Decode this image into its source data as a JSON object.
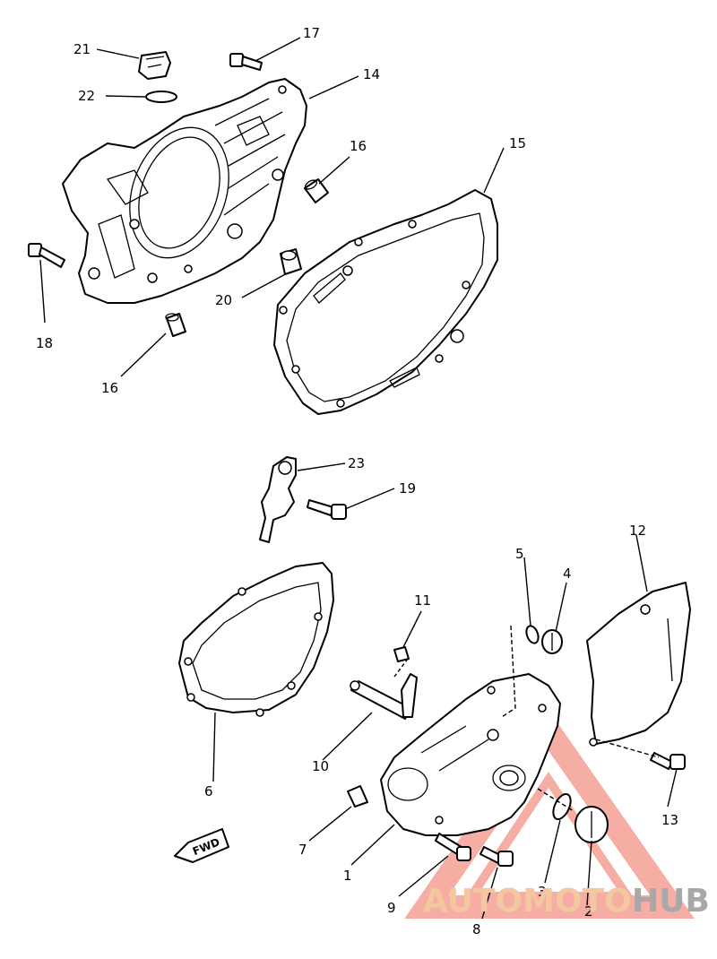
{
  "callouts": [
    {
      "id": "c1",
      "text": "1"
    },
    {
      "id": "c2",
      "text": "2"
    },
    {
      "id": "c3",
      "text": "3"
    },
    {
      "id": "c4",
      "text": "4"
    },
    {
      "id": "c5",
      "text": "5"
    },
    {
      "id": "c6",
      "text": "6"
    },
    {
      "id": "c7",
      "text": "7"
    },
    {
      "id": "c8",
      "text": "8"
    },
    {
      "id": "c9",
      "text": "9"
    },
    {
      "id": "c10",
      "text": "10"
    },
    {
      "id": "c11",
      "text": "11"
    },
    {
      "id": "c12",
      "text": "12"
    },
    {
      "id": "c13",
      "text": "13"
    },
    {
      "id": "c14",
      "text": "14"
    },
    {
      "id": "c15",
      "text": "15"
    },
    {
      "id": "c16a",
      "text": "16"
    },
    {
      "id": "c16b",
      "text": "16"
    },
    {
      "id": "c17",
      "text": "17"
    },
    {
      "id": "c18",
      "text": "18"
    },
    {
      "id": "c19",
      "text": "19"
    },
    {
      "id": "c20",
      "text": "20"
    },
    {
      "id": "c21",
      "text": "21"
    },
    {
      "id": "c22",
      "text": "22"
    },
    {
      "id": "c23",
      "text": "23"
    }
  ],
  "fwd_label": "FWD",
  "watermark": {
    "part1": "AUTOMOTO",
    "part2": "HUB",
    "accent_color": "#f3a07a",
    "gray_color": "#a8a8a8"
  }
}
